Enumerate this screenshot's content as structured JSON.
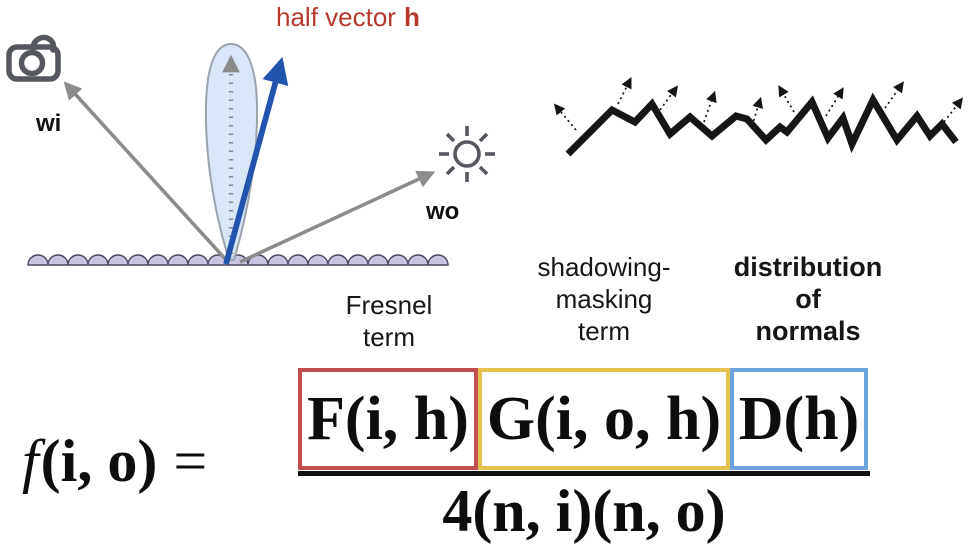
{
  "left_diagram": {
    "half_vector_label": "half vector",
    "half_vector_symbol": "h",
    "incoming_label": "wi",
    "outgoing_label": "wo",
    "icons": {
      "camera": "camera-icon",
      "sun": "sun-icon"
    },
    "colors": {
      "half_vector_arrow": "#2254ae",
      "ray_arrows": "#8c8c8c",
      "lobe_fill": "#cfe0f5",
      "surface_bumps": "#c9c4e0",
      "half_vector_text": "#b5392c"
    }
  },
  "term_labels": {
    "fresnel": {
      "lines": [
        "Fresnel",
        "term"
      ]
    },
    "shadowing_masking": {
      "lines": [
        "shadowing-",
        "masking",
        "term"
      ]
    },
    "distribution": {
      "lines": [
        "distribution",
        "of",
        "normals"
      ]
    }
  },
  "formula": {
    "lhs_symbol": "f",
    "lhs_args": "(i, o)",
    "equals": "=",
    "numerator": [
      {
        "text": "F(i, h)",
        "box_color": "#c0504d"
      },
      {
        "text": "G(i, o, h)",
        "box_color": "#e3c34e"
      },
      {
        "text": "D(h)",
        "box_color": "#6da2dc"
      }
    ],
    "denominator": "4(n, i)(n, o)"
  }
}
